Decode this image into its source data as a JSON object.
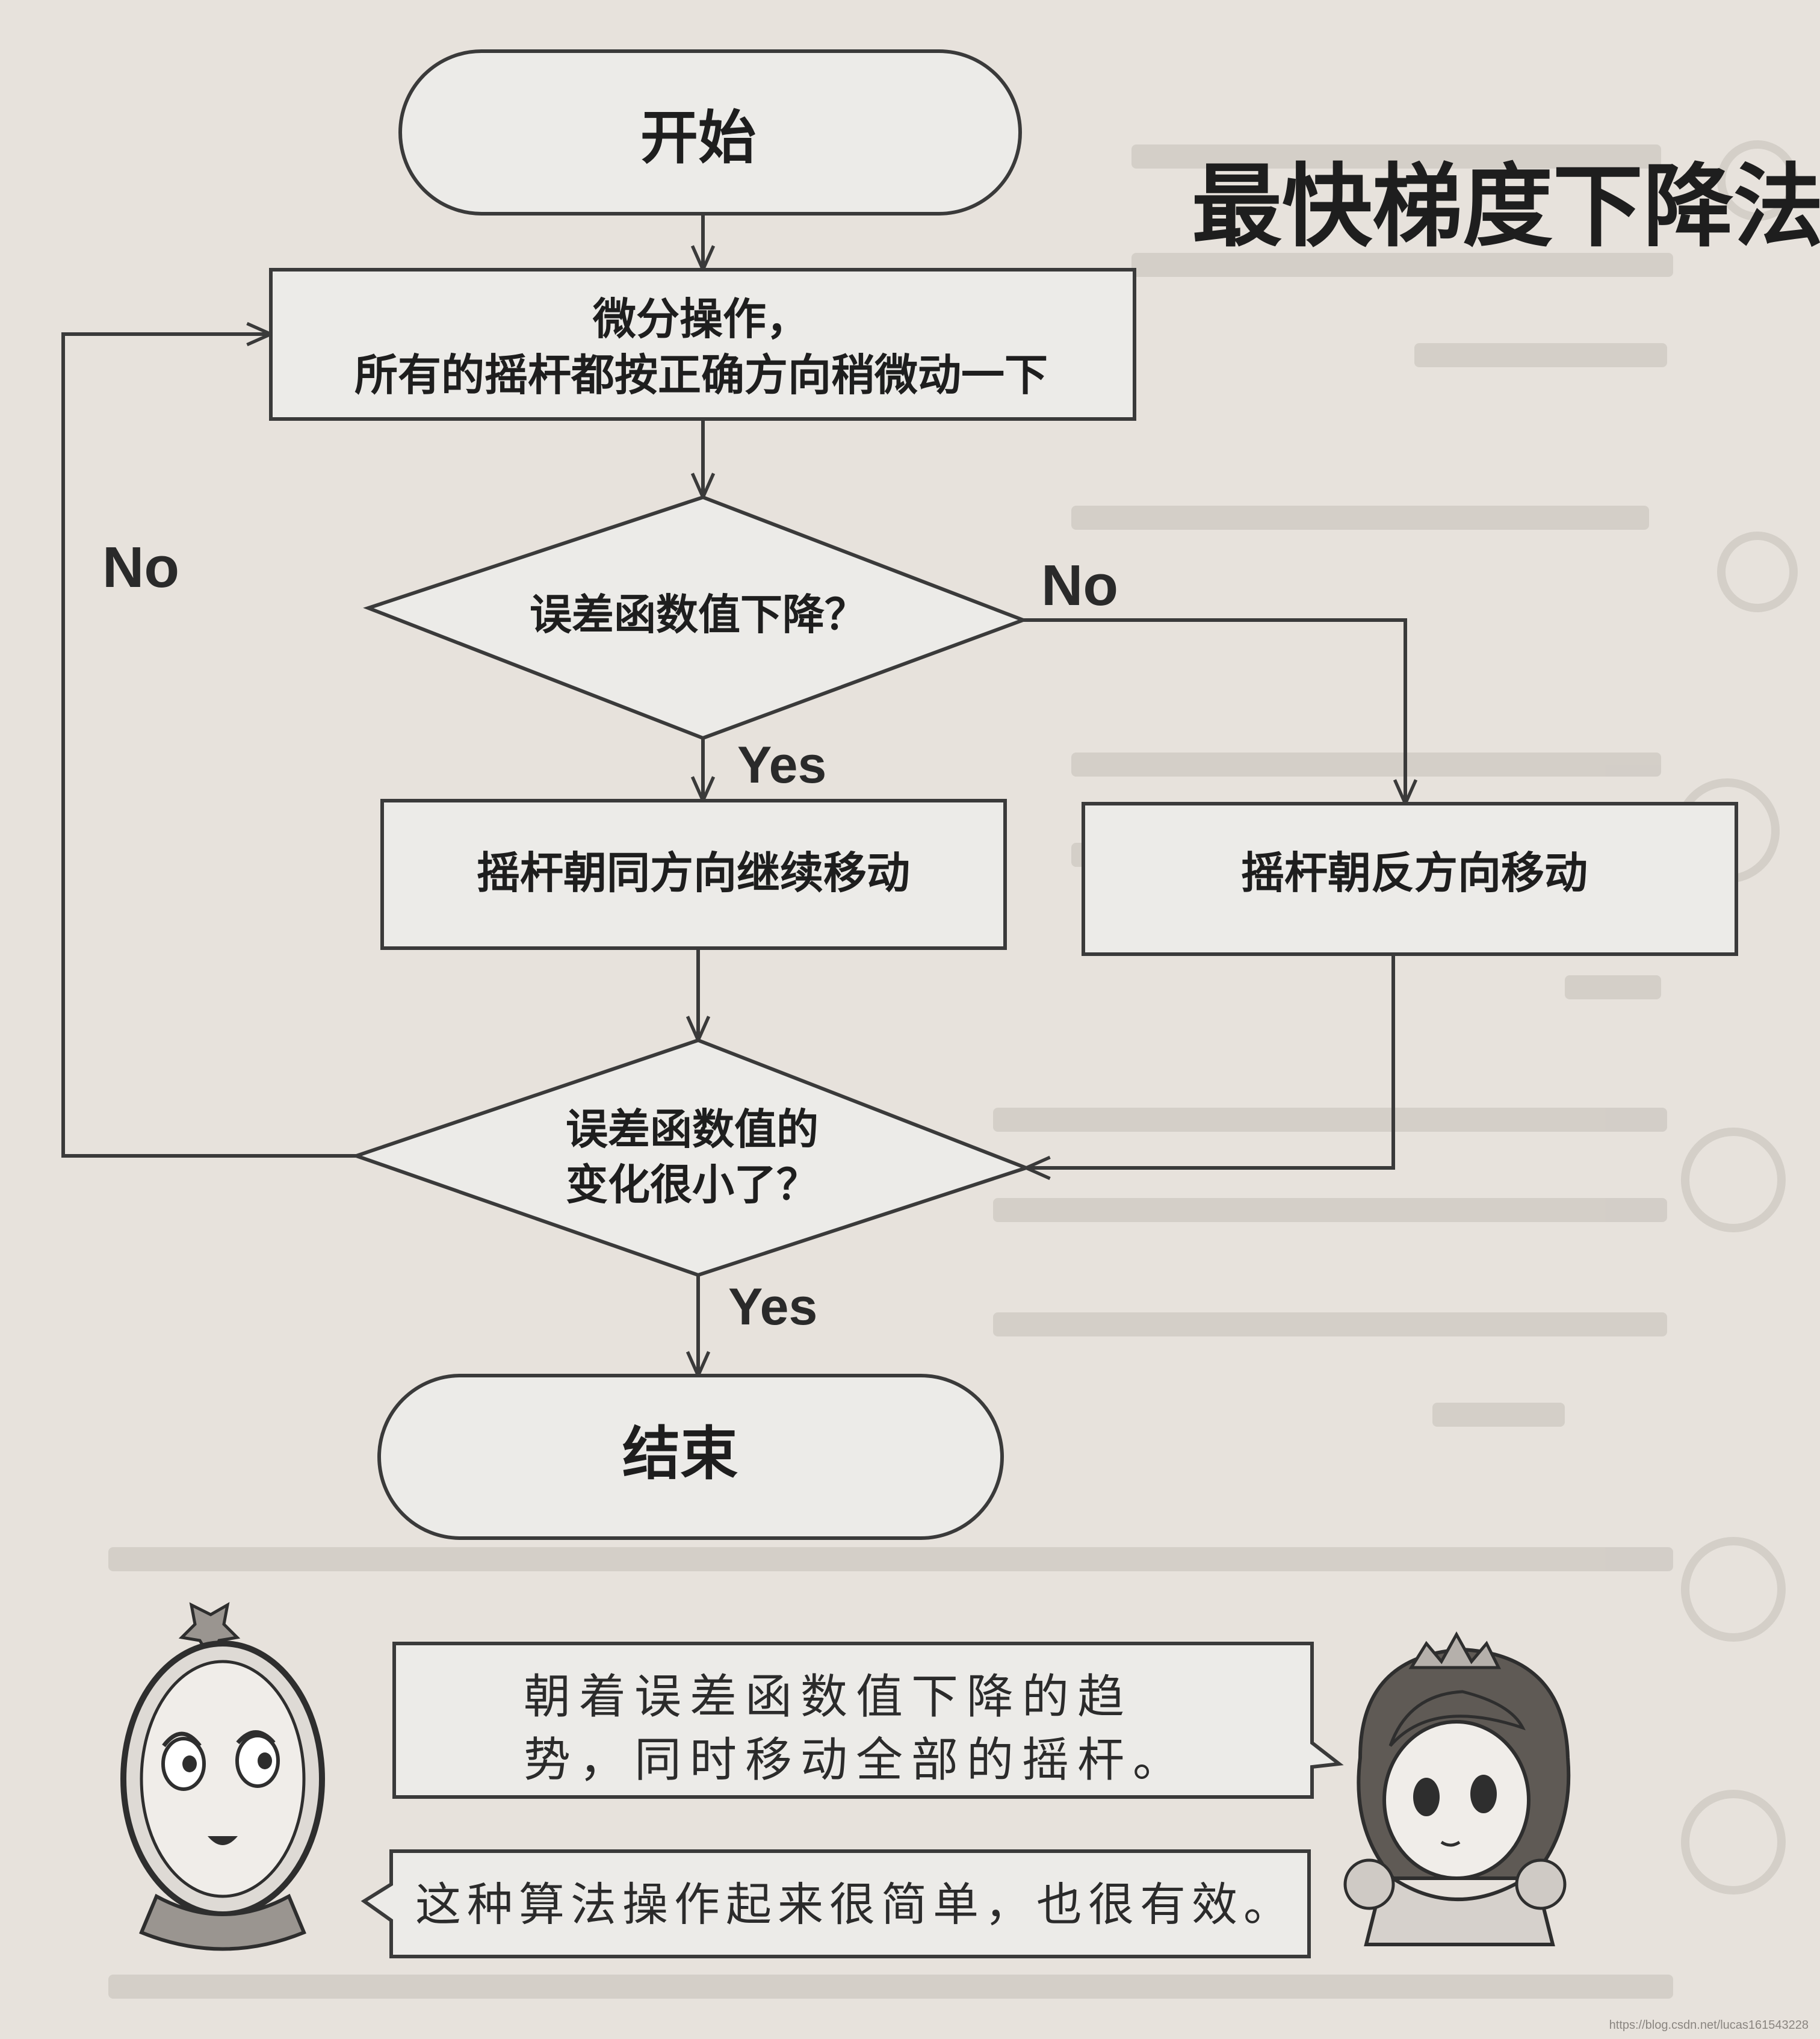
{
  "title": "最快梯度下降法",
  "nodes": {
    "start": "开始",
    "step1_line1": "微分操作，",
    "step1_line2": "所有的摇杆都按正确方向稍微动一下",
    "decision1": "误差函数值下降？",
    "step_same": "摇杆朝同方向继续移动",
    "step_reverse": "摇杆朝反方向移动",
    "decision2_line1": "误差函数值的",
    "decision2_line2": "变化很小了？",
    "end": "结束"
  },
  "edge_labels": {
    "no_loop": "No",
    "no_right": "No",
    "yes1": "Yes",
    "yes2": "Yes"
  },
  "speech": {
    "bubble1_line1": "朝着误差函数值下降的趋",
    "bubble1_line2": "势，同时移动全部的摇杆。",
    "bubble2": "这种算法操作起来很简单，也很有效。"
  },
  "watermark": "https://blog.csdn.net/lucas161543228"
}
